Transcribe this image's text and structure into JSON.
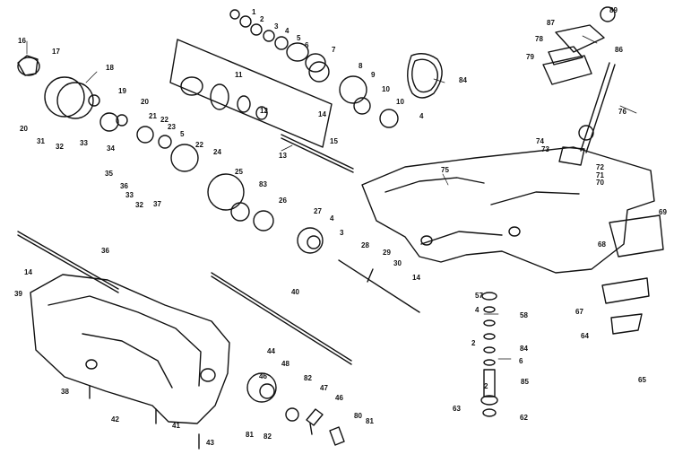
{
  "diagram": {
    "kind": "exploded parts view",
    "ink_color": "#111111",
    "background_color": "#ffffff",
    "callouts": [
      "1",
      "2",
      "3",
      "4",
      "5",
      "6",
      "7",
      "8",
      "9",
      "10",
      "10",
      "11",
      "12",
      "13",
      "14",
      "14",
      "15",
      "16",
      "17",
      "4",
      "18",
      "19",
      "20",
      "21",
      "22",
      "23",
      "5",
      "22",
      "24",
      "20",
      "31",
      "32",
      "33",
      "34",
      "35",
      "36",
      "33",
      "32",
      "37",
      "36",
      "25",
      "83",
      "26",
      "27",
      "4",
      "3",
      "28",
      "29",
      "30",
      "14",
      "39",
      "40",
      "38",
      "42",
      "41",
      "43",
      "44",
      "48",
      "46",
      "82",
      "47",
      "46",
      "81",
      "82",
      "80",
      "81",
      "84",
      "76",
      "75",
      "74",
      "73",
      "72",
      "71",
      "70",
      "69",
      "68",
      "67",
      "64",
      "65",
      "57",
      "58",
      "4",
      "2",
      "84",
      "6",
      "2",
      "85",
      "63",
      "62",
      "89",
      "87",
      "78",
      "79",
      "86"
    ]
  }
}
